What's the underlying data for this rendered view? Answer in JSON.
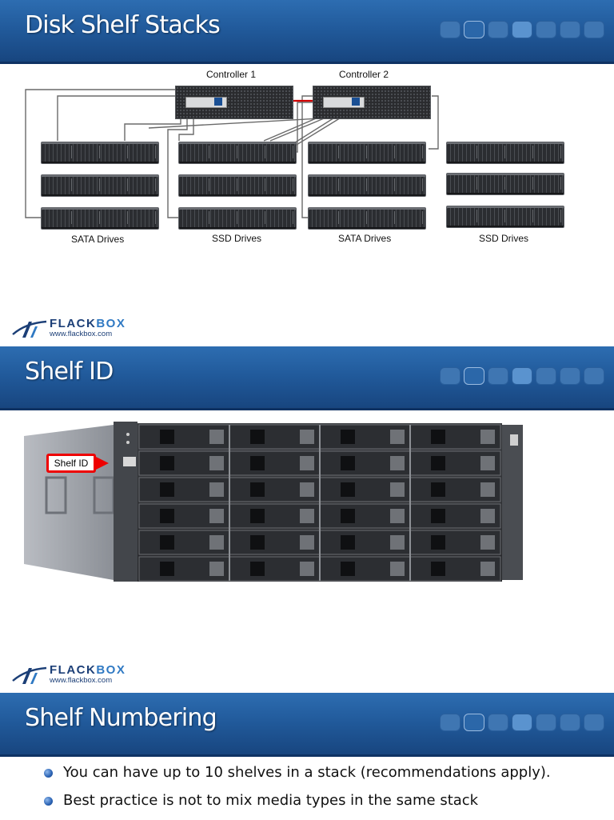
{
  "slides": [
    {
      "title": "Disk Shelf Stacks",
      "controllers": [
        "Controller 1",
        "Controller 2"
      ],
      "stack_labels": [
        "SATA Drives",
        "SSD Drives",
        "SATA Drives",
        "SSD Drives"
      ],
      "logo": {
        "name_part1": "FLACK",
        "name_part2": "BOX",
        "url": "www.flackbox.com"
      }
    },
    {
      "title": "Shelf ID",
      "callout": "Shelf ID",
      "logo": {
        "name_part1": "FLACK",
        "name_part2": "BOX",
        "url": "www.flackbox.com"
      }
    },
    {
      "title": "Shelf Numbering",
      "bullets": [
        "You can have up to 10 shelves in a stack (recommendations apply).",
        "Best practice is not to mix media types in the same stack"
      ]
    }
  ],
  "colors": {
    "banner": "#215a9b",
    "callout": "#ee0000",
    "link_red": "#d10000"
  },
  "icons": [
    "flackbox-logo-icon",
    "bullet-icon",
    "arrow-icon"
  ]
}
